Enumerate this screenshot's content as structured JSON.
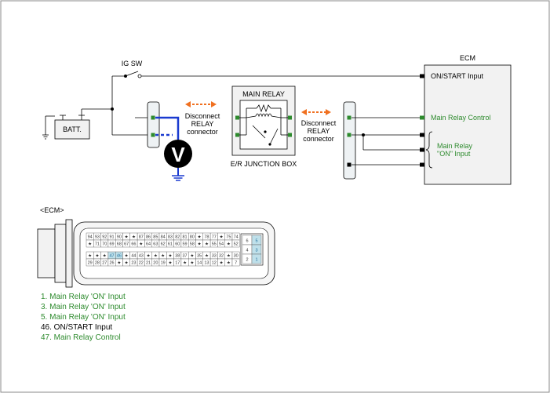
{
  "labels": {
    "ecm": "ECM",
    "ig_sw": "IG SW",
    "batt": "BATT.",
    "main_relay": "MAIN RELAY",
    "junction_box": "E/R JUNCTION BOX",
    "voltmeter": "V",
    "disconnect_left": [
      "Disconnect",
      "RELAY",
      "connector"
    ],
    "disconnect_right": [
      "Disconnect",
      "RELAY",
      "connector"
    ],
    "on_start_input": "ON/START Input",
    "main_relay_control": "Main Relay Control",
    "main_relay_on_input": [
      "Main Relay",
      "\"ON\" Input"
    ],
    "ecm_connector_title": "<ECM>"
  },
  "connector_pins": {
    "row1": [
      "94",
      "93",
      "92",
      "91",
      "90",
      "★",
      "★",
      "87",
      "86",
      "85",
      "84",
      "83",
      "82",
      "81",
      "80",
      "★",
      "78",
      "77",
      "★",
      "75",
      "74"
    ],
    "row2": [
      "★",
      "71",
      "70",
      "69",
      "68",
      "67",
      "66",
      "★",
      "64",
      "63",
      "62",
      "61",
      "60",
      "59",
      "58",
      "★",
      "★",
      "55",
      "54",
      "★",
      "52"
    ],
    "row3": [
      "★",
      "★",
      "★",
      "47",
      "46",
      "★",
      "44",
      "43",
      "★",
      "★",
      "★",
      "★",
      "38",
      "37",
      "★",
      "35",
      "★",
      "33",
      "32",
      "★",
      "30"
    ],
    "row4": [
      "29",
      "28",
      "27",
      "26",
      "★",
      "★",
      "23",
      "22",
      "21",
      "20",
      "19",
      "★",
      "17",
      "★",
      "★",
      "14",
      "13",
      "12",
      "★",
      "★",
      "7"
    ],
    "side": [
      [
        "6",
        "5"
      ],
      [
        "4",
        "3"
      ],
      [
        "2",
        "1"
      ]
    ]
  },
  "legend": [
    {
      "text": "1. Main Relay 'ON' Input",
      "color": "#2e8b2e"
    },
    {
      "text": "3. Main Relay 'ON' Input",
      "color": "#2e8b2e"
    },
    {
      "text": "5. Main Relay 'ON' Input",
      "color": "#2e8b2e"
    },
    {
      "text": "46. ON/START Input",
      "color": "#000000"
    },
    {
      "text": "47. Main Relay Control",
      "color": "#2e8b2e"
    }
  ],
  "colors": {
    "green": "#2e8b2e",
    "probe_blue": "#1a3ad0",
    "arrow_orange": "#f07020",
    "connector_fill": "#eef2f4",
    "box_fill": "#f2f2f2",
    "highlight_pin": "#bfe0ea"
  }
}
